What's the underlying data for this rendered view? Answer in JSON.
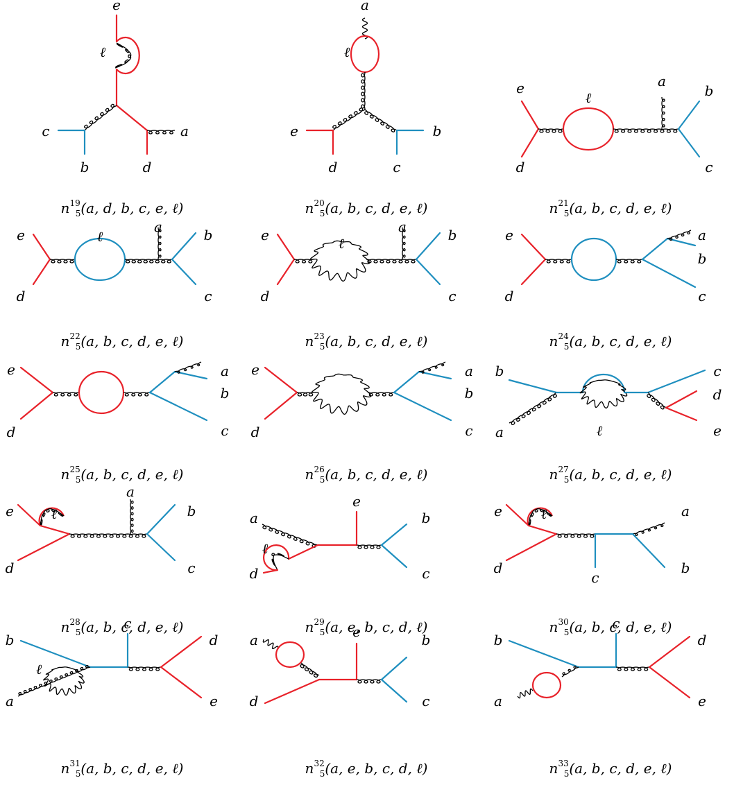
{
  "colors": {
    "red": "#e8222a",
    "blue": "#1f8fbf",
    "black": "#000000"
  },
  "symbols": {
    "base": "n",
    "subscript": "5"
  },
  "diagrams": [
    {
      "sup": "19",
      "args": "(a, d, b, c, e, ℓ)"
    },
    {
      "sup": "20",
      "args": "(a, b, c, d, e, ℓ)"
    },
    {
      "sup": "21",
      "args": "(a, b, c, d, e, ℓ)"
    },
    {
      "sup": "22",
      "args": "(a, b, c, d, e, ℓ)"
    },
    {
      "sup": "23",
      "args": "(a, b, c, d, e, ℓ)"
    },
    {
      "sup": "24",
      "args": "(a, b, c, d, e, ℓ)"
    },
    {
      "sup": "25",
      "args": "(a, b, c, d, e, ℓ)"
    },
    {
      "sup": "26",
      "args": "(a, b, c, d, e, ℓ)"
    },
    {
      "sup": "27",
      "args": "(a, b, c, d, e, ℓ)"
    },
    {
      "sup": "28",
      "args": "(a, b, c, d, e, ℓ)"
    },
    {
      "sup": "29",
      "args": "(a, e, b, c, d, ℓ)"
    },
    {
      "sup": "30",
      "args": "(a, b, c, d, e, ℓ)"
    },
    {
      "sup": "31",
      "args": "(a, b, c, d, e, ℓ)"
    },
    {
      "sup": "32",
      "args": "(a, e, b, c, d, ℓ)"
    },
    {
      "sup": "33",
      "args": "(a, b, c, d, e, ℓ)"
    }
  ],
  "labels": {
    "a": "a",
    "b": "b",
    "c": "c",
    "d": "d",
    "e": "e",
    "l": "ℓ"
  }
}
